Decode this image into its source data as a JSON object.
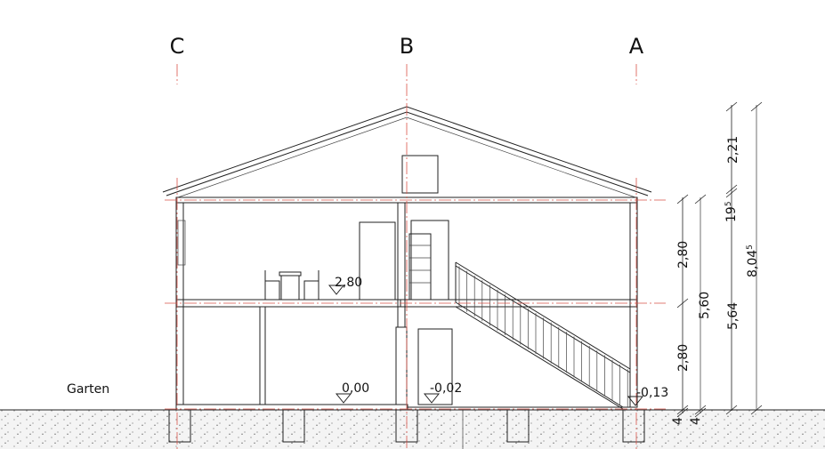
{
  "axes": {
    "c": "C",
    "b": "B",
    "a": "A"
  },
  "labels": {
    "garden": "Garten"
  },
  "levels": {
    "upper_floor": "2,80",
    "ground_floor": "0,00",
    "stair_floor": "-0,02",
    "exterior": "-0,13"
  },
  "dimensions": {
    "chain1": {
      "ground_storey": "2,80",
      "upper_storey": "2,80",
      "base": "4"
    },
    "chain2": {
      "total": "5,60",
      "base": "4"
    },
    "chain3": {
      "roof": "2,21",
      "eave": "19",
      "eave_sup": "5",
      "walls": "5,64"
    },
    "chain4": {
      "total": "8,04",
      "total_sup": "5"
    }
  },
  "colors": {
    "axis": "#d9544a",
    "glass": "#a9c4e8"
  }
}
